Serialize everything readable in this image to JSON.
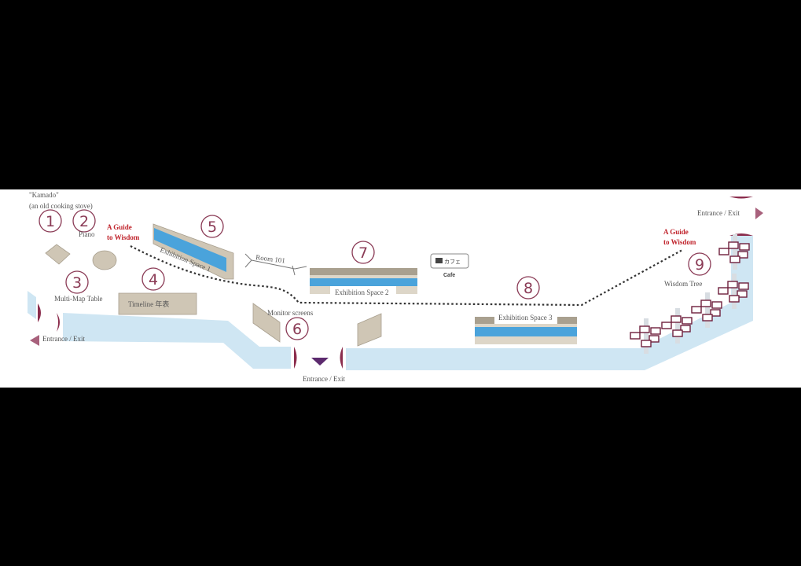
{
  "map": {
    "labels": {
      "kamado": "\"Kamado\"",
      "kamado_sub": "(an old cooking stove)",
      "piano": "Piano",
      "multi_map": "Multi-Map Table",
      "timeline": "Timeline 年表",
      "exhibition1": "Exhibition Space 1",
      "room101": "Room 101",
      "exhibition2": "Exhibition Space 2",
      "cafe_sign": "カフェ",
      "cafe": "Cafe",
      "monitor": "Monitor screens",
      "exhibition3": "Exhibition Space 3",
      "wisdom_tree": "Wisdom Tree",
      "guide_left_1": "A Guide",
      "guide_left_2": "to Wisdom",
      "guide_right_1": "A Guide",
      "guide_right_2": "to Wisdom",
      "entrance_left": "Entrance / Exit",
      "entrance_bottom": "Entrance / Exit",
      "entrance_right": "Entrance / Exit"
    },
    "numbers": [
      "1",
      "2",
      "3",
      "4",
      "5",
      "6",
      "7",
      "8",
      "9"
    ],
    "colors": {
      "accent": "#8a3a55",
      "guide": "#c0242c",
      "corridor": "#cfe6f3",
      "glass": "#4aa3db"
    }
  }
}
